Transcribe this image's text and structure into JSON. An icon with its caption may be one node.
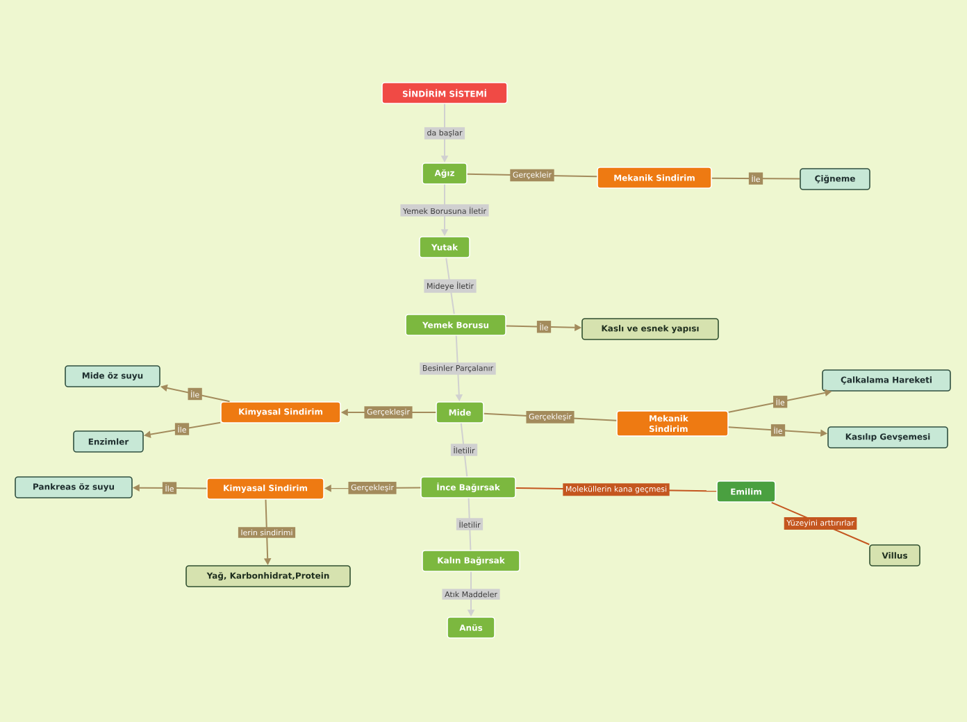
{
  "diagram": {
    "nodes": [
      {
        "text": [
          "SİNDİRİM SİSTEMİ"
        ]
      },
      {
        "text": [
          "Ağız"
        ]
      },
      {
        "text": [
          "Mekanik Sindirim"
        ]
      },
      {
        "text": [
          "Çiğneme"
        ]
      },
      {
        "text": [
          "Yutak"
        ]
      },
      {
        "text": [
          "Yemek Borusu"
        ]
      },
      {
        "text": [
          "Kaslı ve esnek yapısı"
        ]
      },
      {
        "text": [
          "Mide"
        ]
      },
      {
        "text": [
          "Kimyasal Sindirim"
        ]
      },
      {
        "text": [
          "Mide öz suyu"
        ]
      },
      {
        "text": [
          "Enzimler"
        ]
      },
      {
        "text": [
          "Mekanik Sindirim"
        ]
      },
      {
        "text": [
          "Çalkalama Hareketi"
        ]
      },
      {
        "text": [
          "Kasılıp Gevşemesi"
        ]
      },
      {
        "text": [
          "İnce Bağırsak"
        ]
      },
      {
        "text": [
          "Kimyasal Sindirim"
        ]
      },
      {
        "text": [
          "Pankreas öz suyu"
        ]
      },
      {
        "text": [
          "Yağ, Karbonhidrat,Protein"
        ]
      },
      {
        "text": [
          "Emilim"
        ]
      },
      {
        "text": [
          "Villus"
        ]
      },
      {
        "text": [
          "Kalın Bağırsak"
        ]
      },
      {
        "text": [
          "Anüs"
        ]
      }
    ],
    "edges": [
      {
        "from": 0,
        "to": 1,
        "arrow": "to",
        "label": "da başlar",
        "color": "#d0d0d0"
      },
      {
        "from": 1,
        "to": 2,
        "arrow": "none",
        "label": "Gerçekleir"
      },
      {
        "from": 2,
        "to": 3,
        "arrow": "none",
        "label": "İle"
      },
      {
        "from": 1,
        "to": 4,
        "arrow": "to",
        "label": "Yemek Borusuna İletir",
        "color": "#d0d0d0"
      },
      {
        "from": 4,
        "to": 5,
        "arrow": "none",
        "label": "Mideye İletir",
        "color": "#d0d0d0"
      },
      {
        "from": 5,
        "to": 6,
        "arrow": "to",
        "label": "İle"
      },
      {
        "from": 5,
        "to": 7,
        "arrow": "to",
        "label": "Besinler Parçalanır",
        "color": "#d0d0d0"
      },
      {
        "from": 7,
        "to": 8,
        "arrow": "to",
        "label": "Gerçekleşir"
      },
      {
        "from": 8,
        "to": 9,
        "arrow": "to",
        "label": "İle"
      },
      {
        "from": 8,
        "to": 10,
        "arrow": "to",
        "label": "İle"
      },
      {
        "from": 7,
        "to": 11,
        "arrow": "none",
        "label": "Gerçekleşir"
      },
      {
        "from": 11,
        "to": 12,
        "arrow": "to",
        "label": "İle"
      },
      {
        "from": 11,
        "to": 13,
        "arrow": "to",
        "label": "İle"
      },
      {
        "from": 7,
        "to": 14,
        "arrow": "none",
        "label": "İletilir",
        "color": "#d0d0d0"
      },
      {
        "from": 14,
        "to": 15,
        "arrow": "to",
        "label": "Gerçekleşir"
      },
      {
        "from": 15,
        "to": 16,
        "arrow": "to",
        "label": "İle"
      },
      {
        "from": 15,
        "to": 17,
        "arrow": "to",
        "label": "lerin sindirimi"
      },
      {
        "from": 14,
        "to": 18,
        "arrow": "none",
        "label": "Moleküllerin kana geçmesi",
        "color": "#c4561f"
      },
      {
        "from": 18,
        "to": 19,
        "arrow": "none",
        "label": "Yüzeyini arttırırlar",
        "color": "#c4561f"
      },
      {
        "from": 14,
        "to": 20,
        "arrow": "none",
        "label": "İletilir",
        "color": "#d0d0d0"
      },
      {
        "from": 20,
        "to": 21,
        "arrow": "to",
        "label": "Atık Maddeler",
        "color": "#d0d0d0"
      }
    ]
  }
}
